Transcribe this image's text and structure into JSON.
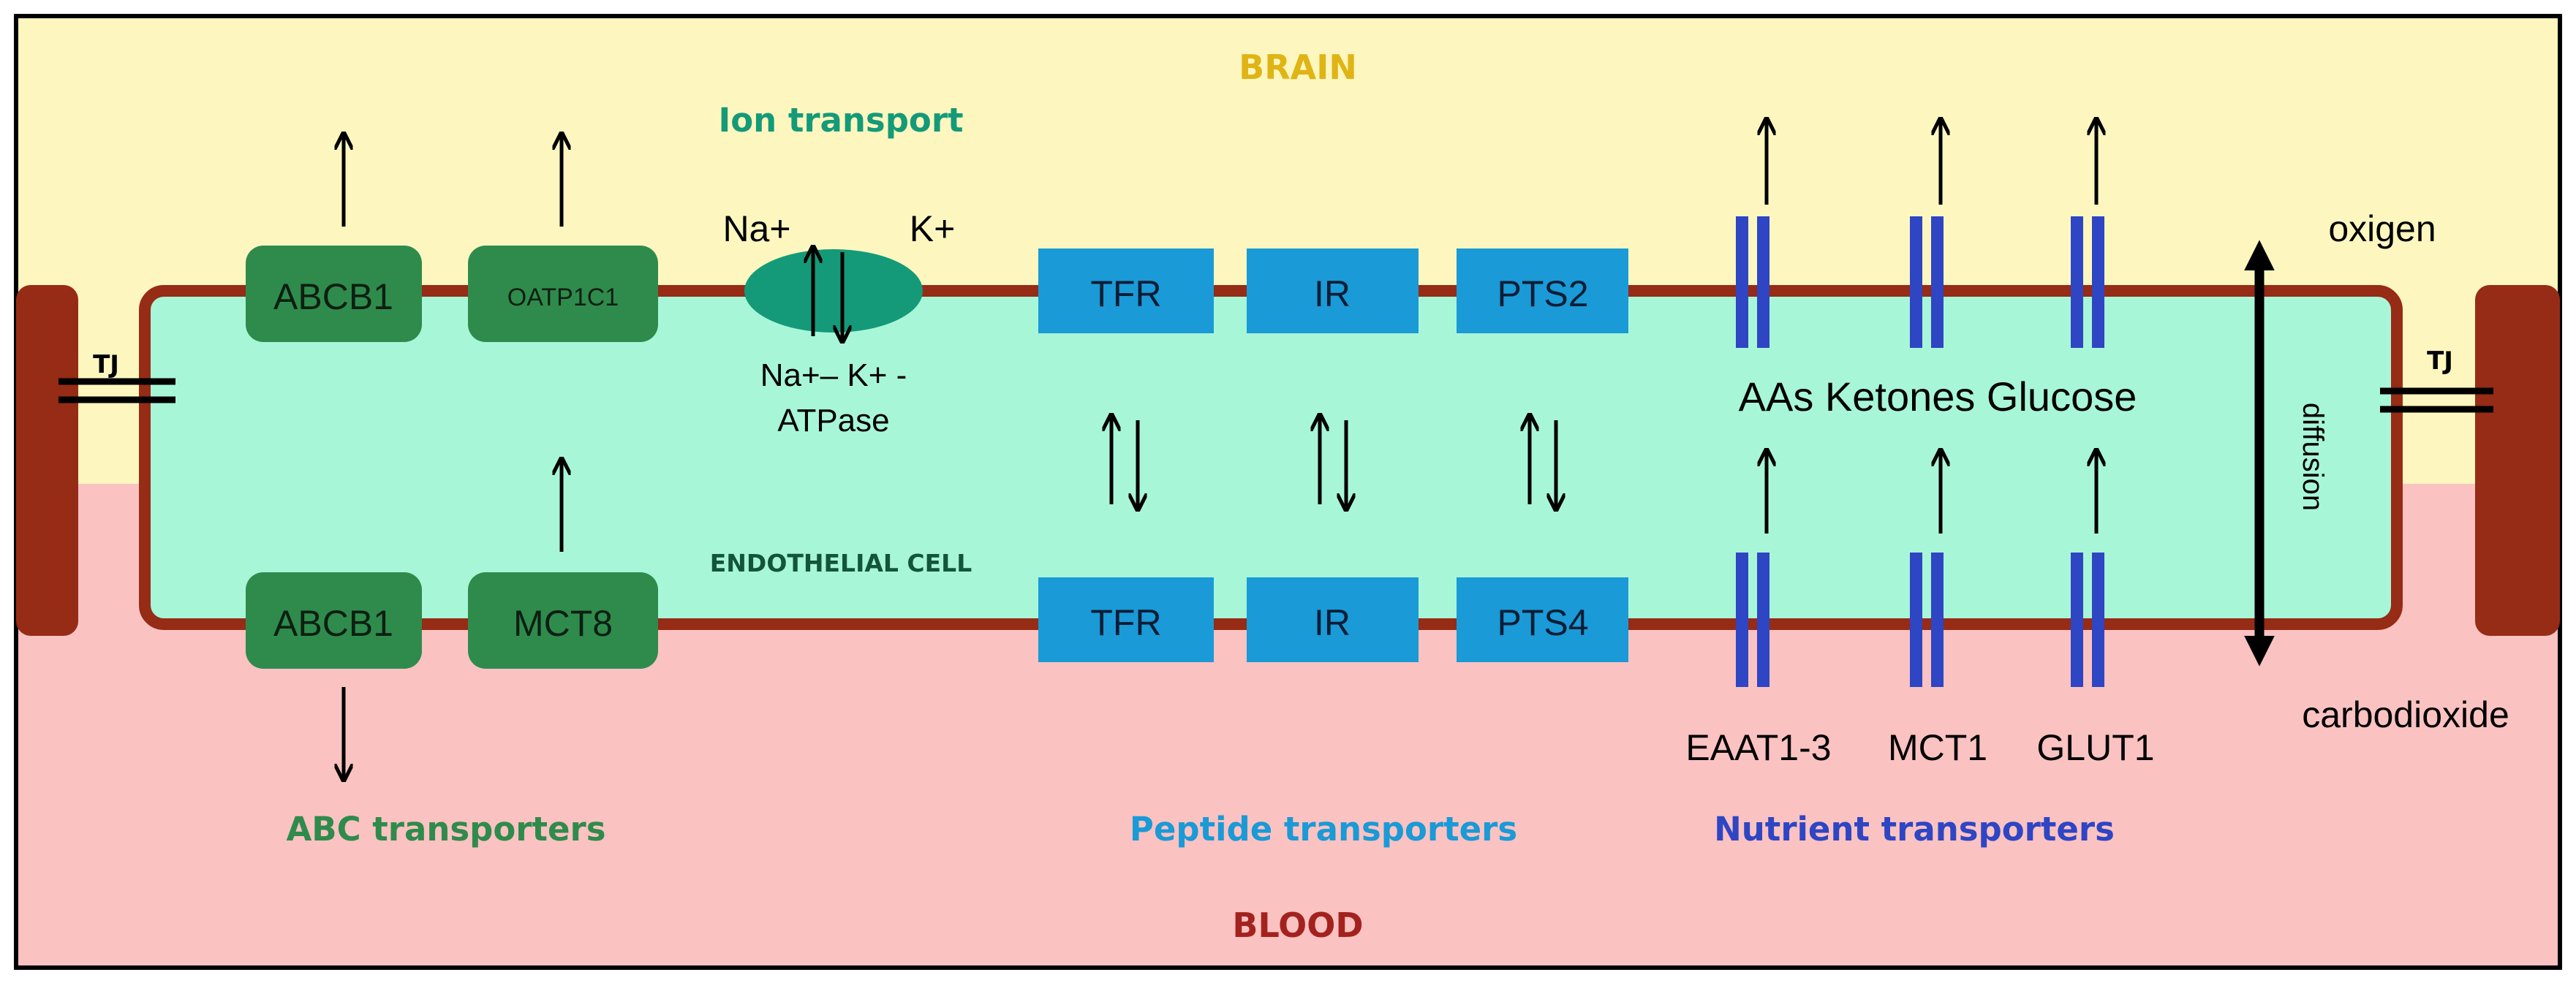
{
  "regions": {
    "brain": "BRAIN",
    "blood": "BLOOD",
    "cell": "ENDOTHELIAL CELL",
    "tj_left": "TJ",
    "tj_right": "TJ"
  },
  "groups": {
    "ion": "Ion transport",
    "abc": "ABC transporters",
    "peptide": "Peptide transporters",
    "nutrient": "Nutrient transporters"
  },
  "abc": {
    "top1": "ABCB1",
    "top2": "OATP1C1",
    "bottom1": "ABCB1",
    "bottom2": "MCT8"
  },
  "ion_pump": {
    "na": "Na+",
    "k": "K+",
    "name_line1": "Na+– K+ -",
    "name_line2": "ATPase"
  },
  "peptide": {
    "top": [
      "TFR",
      "IR",
      "PTS2"
    ],
    "bottom": [
      "TFR",
      "IR",
      "PTS4"
    ]
  },
  "nutrient": {
    "substrates": "AAs Ketones Glucose",
    "transporters": [
      "EAAT1-3",
      "MCT1",
      "GLUT1"
    ]
  },
  "gases": {
    "top": "oxigen",
    "bottom": "carbodioxide",
    "process": "diffusion"
  },
  "colors": {
    "brain_bg": "#fdf7bf",
    "blood_bg": "#fbc2c2",
    "cell_bg": "#a8f6d8",
    "membrane": "#962b16",
    "abc_box": "#2f8b4c",
    "ion_green": "#149a78",
    "peptide_box": "#1a9ad6",
    "nutrient_blue": "#2e45c4",
    "brain_label": "#e0b415",
    "blood_label": "#a3221e"
  }
}
